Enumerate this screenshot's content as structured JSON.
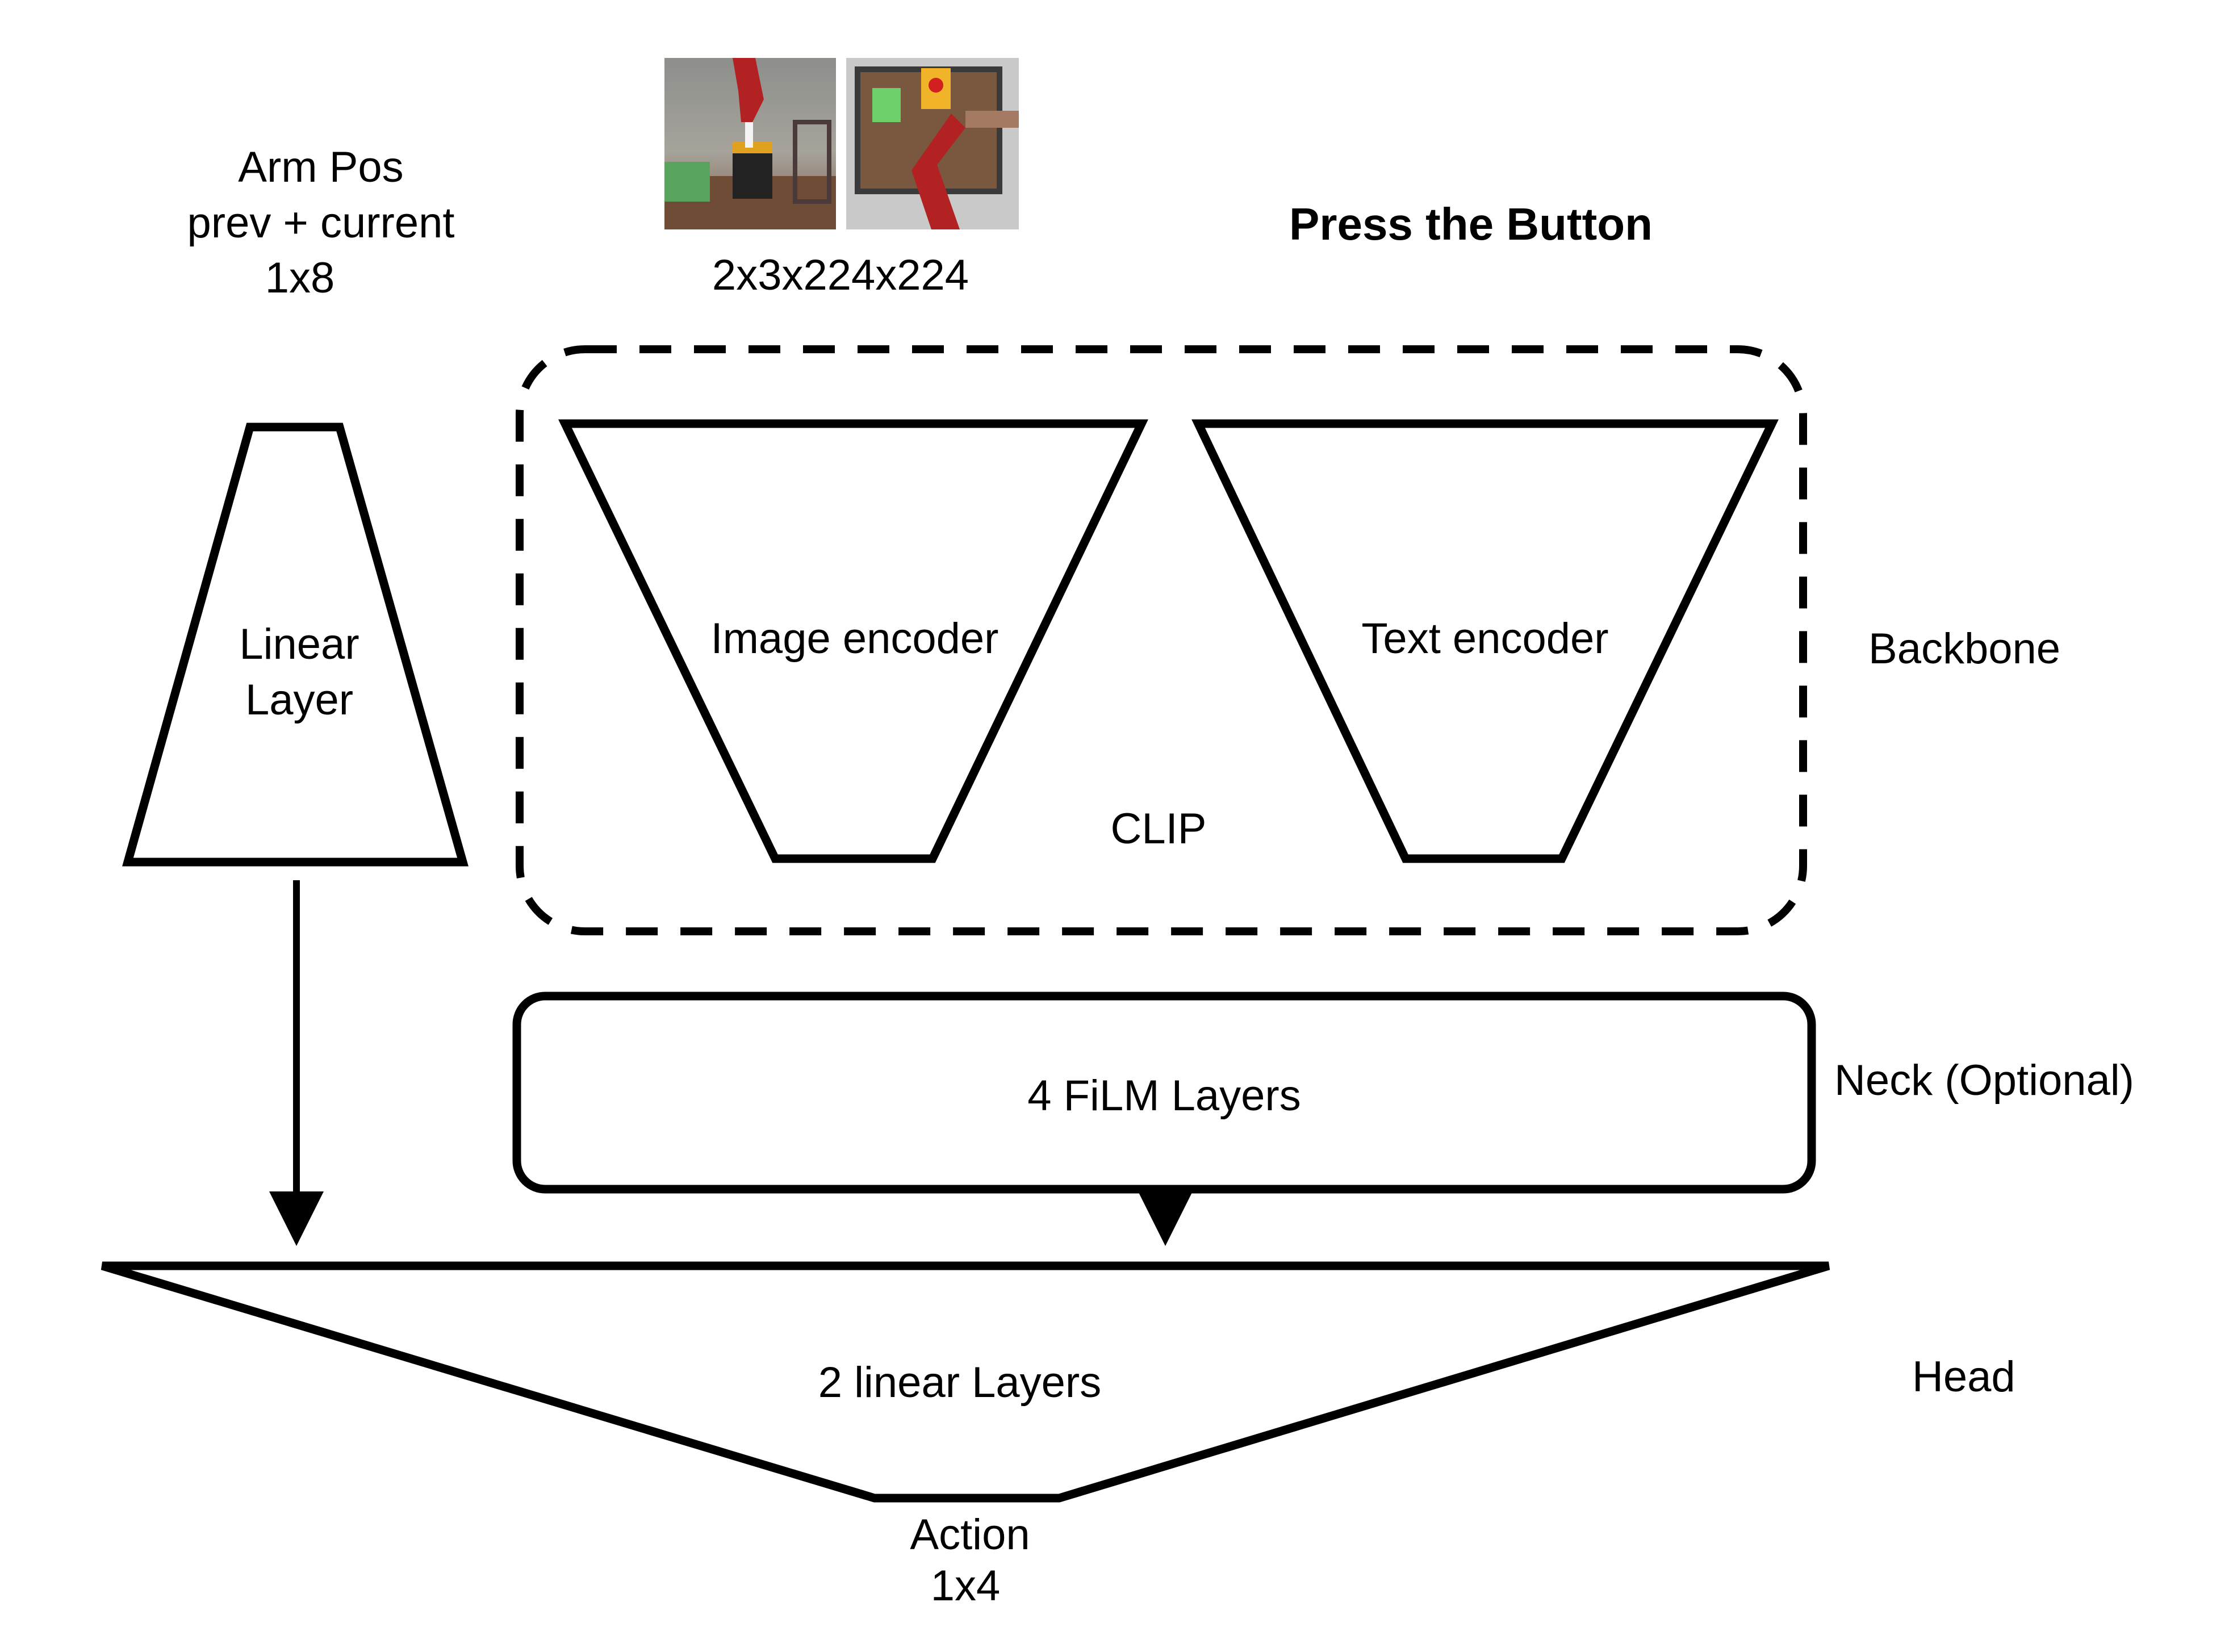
{
  "inputs": {
    "arm_pos": {
      "line1": "Arm Pos",
      "line2": "prev + current",
      "line3": "1x8"
    },
    "images": {
      "size": "2x3x224x224"
    },
    "instruction": "Press the Button"
  },
  "blocks": {
    "linear_layer": {
      "line1": "Linear",
      "line2": "Layer"
    },
    "image_encoder": "Image encoder",
    "text_encoder": "Text encoder",
    "clip": "CLIP",
    "film": "4 FiLM Layers",
    "head": "2 linear Layers"
  },
  "sections": {
    "backbone": "Backbone",
    "neck": "Neck (Optional)",
    "head": "Head"
  },
  "output": {
    "line1": "Action",
    "line2": "1x4"
  }
}
